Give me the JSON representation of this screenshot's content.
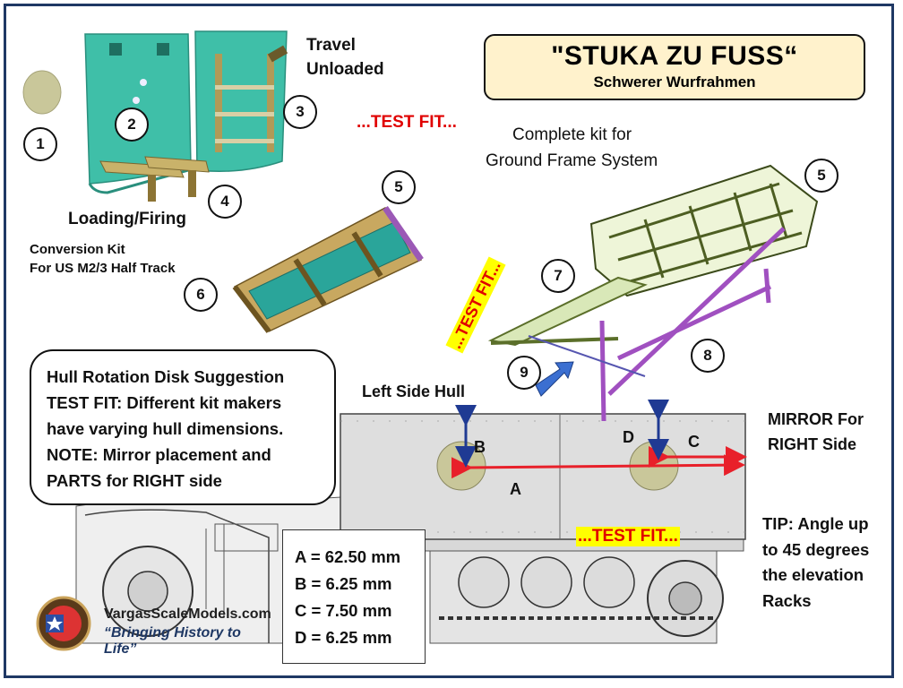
{
  "title": {
    "main": "\"STUKA ZU FUSS“",
    "subtitle": "Schwerer Wurfrahmen"
  },
  "labels": {
    "travel_unloaded": [
      "Travel",
      "Unloaded"
    ],
    "loading_firing": "Loading/Firing",
    "conversion_kit": [
      "Conversion Kit",
      "For US M2/3 Half Track"
    ],
    "complete_kit": [
      "Complete kit for",
      "Ground Frame System"
    ],
    "left_side_hull": "Left Side Hull",
    "mirror": [
      "MIRROR For",
      "RIGHT Side"
    ],
    "test_fit_1": "...TEST FIT...",
    "test_fit_2": "...TEST FIT...",
    "test_fit_3": "...TEST FIT..."
  },
  "part_numbers": [
    "1",
    "2",
    "3",
    "4",
    "5",
    "5",
    "6",
    "7",
    "8",
    "9"
  ],
  "dimension_letters": {
    "a": "A",
    "b": "B",
    "c": "C",
    "d": "D"
  },
  "note_box": [
    "Hull Rotation Disk Suggestion",
    "TEST FIT:  Different kit makers",
    "have varying hull dimensions.",
    "NOTE: Mirror placement and",
    "PARTS for RIGHT side"
  ],
  "dimensions": [
    "A = 62.50 mm",
    "B =  6.25 mm",
    "C =  7.50 mm",
    "D =  6.25 mm"
  ],
  "tip": [
    "TIP: Angle up",
    "to 45 degrees",
    "the elevation",
    "Racks"
  ],
  "logo": {
    "brand": "VargasScaleModels.com",
    "slogan": "“Bringing History to Life”",
    "icon": "star-seal-icon"
  },
  "colors": {
    "frame": "#1f3864",
    "title_bg": "#fff2cc",
    "test_fit_text": "#e00000",
    "highlight": "#ffff00",
    "disk": "#c9c79a",
    "rack_green": "#3fbfa8",
    "dimension_red": "#e8202a",
    "dimension_blue": "#1f3a93"
  }
}
